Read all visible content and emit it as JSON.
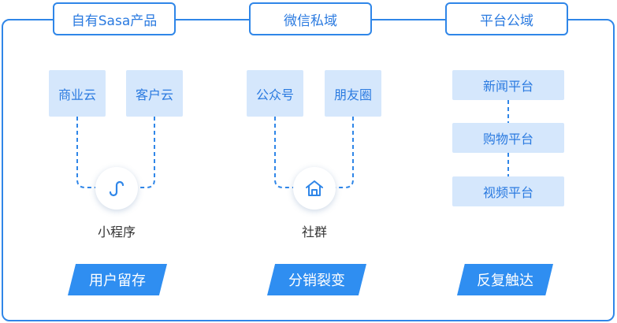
{
  "columns": [
    {
      "title": "自有Sasa产品",
      "boxes": [
        "商业云",
        "客户云"
      ],
      "hub": "小程序",
      "hub_icon": "mini-program-icon",
      "tag": "用户留存"
    },
    {
      "title": "微信私域",
      "boxes": [
        "公众号",
        "朋友圈"
      ],
      "hub": "社群",
      "hub_icon": "home-icon",
      "tag": "分销裂变"
    },
    {
      "title": "平台公域",
      "boxes": [
        "新闻平台",
        "购物平台",
        "视频平台"
      ],
      "tag": "反复触达"
    }
  ],
  "colors": {
    "accent": "#2f86e8",
    "box_fill": "#d5e7fc",
    "tag_fill": "#2f8ef1",
    "text": "#333333"
  }
}
